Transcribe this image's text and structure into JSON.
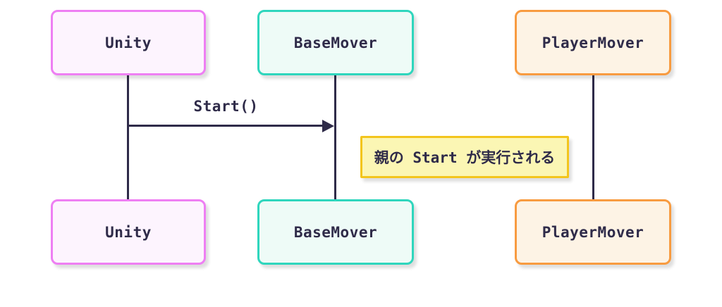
{
  "diagram": {
    "type": "sequence-diagram",
    "background_color": "#ffffff",
    "line_color": "#2f2b49",
    "text_color": "#2f2b49",
    "participants": [
      {
        "label": "Unity",
        "border_color": "#ee7ff3",
        "fill_color": "#fdf4fe"
      },
      {
        "label": "BaseMover",
        "border_color": "#2fd6bd",
        "fill_color": "#eefbf7"
      },
      {
        "label": "PlayerMover",
        "border_color": "#f89b40",
        "fill_color": "#fdf3e5"
      }
    ],
    "message": {
      "label": "Start()",
      "from": "Unity",
      "to": "BaseMover",
      "line_style": "solid",
      "arrow_style": "filled-head"
    },
    "note": {
      "label": "親の Start が実行される",
      "border_color": "#f3c51d",
      "fill_color": "#fbf6b4",
      "position": "between BaseMover and PlayerMover lifelines"
    }
  }
}
